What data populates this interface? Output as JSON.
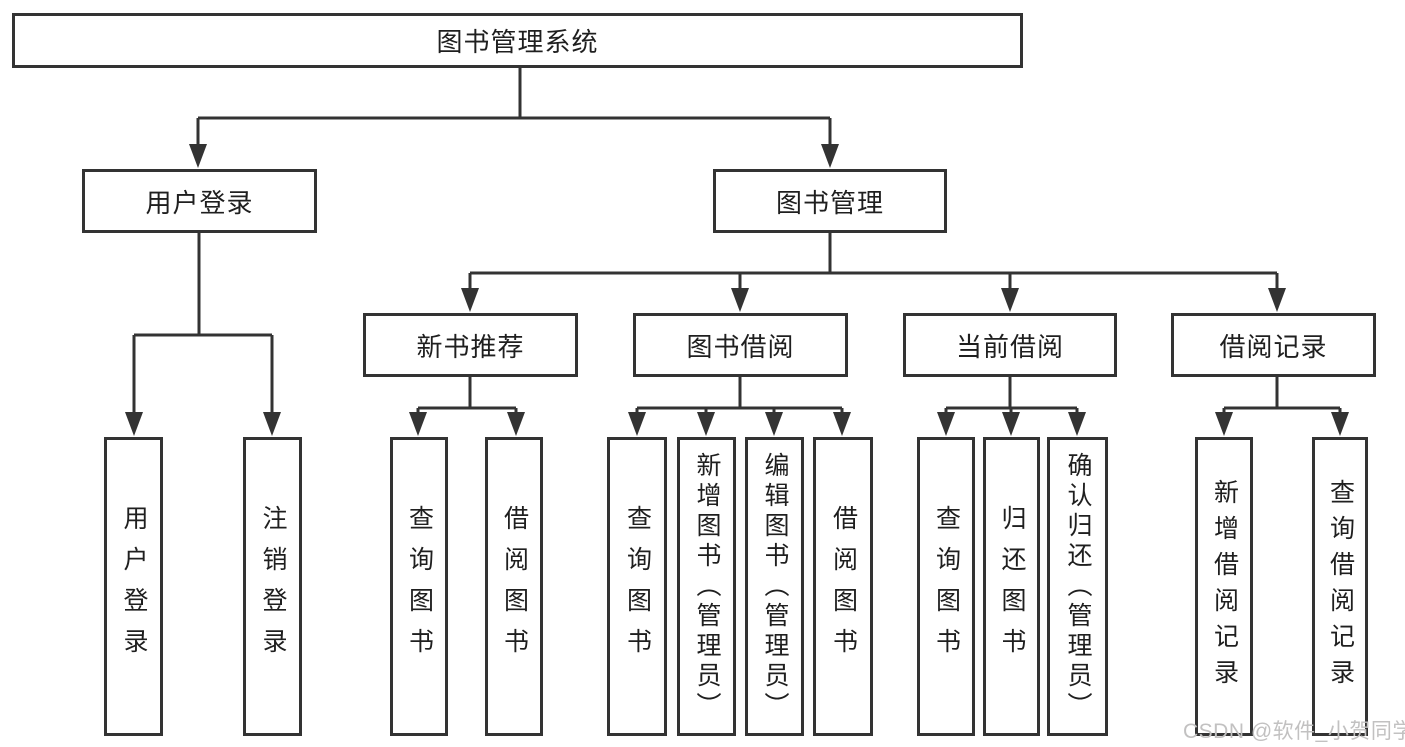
{
  "tree": {
    "root": {
      "label": "图书管理系统",
      "children": [
        {
          "label": "用户登录",
          "children": [
            {
              "label": "用户登录"
            },
            {
              "label": "注销登录"
            }
          ]
        },
        {
          "label": "图书管理",
          "children": [
            {
              "label": "新书推荐",
              "children": [
                {
                  "label": "查询图书"
                },
                {
                  "label": "借阅图书"
                }
              ]
            },
            {
              "label": "图书借阅",
              "children": [
                {
                  "label": "查询图书"
                },
                {
                  "label": "新增图书（管理员）"
                },
                {
                  "label": "编辑图书（管理员）"
                },
                {
                  "label": "借阅图书"
                }
              ]
            },
            {
              "label": "当前借阅",
              "children": [
                {
                  "label": "查询图书"
                },
                {
                  "label": "归还图书"
                },
                {
                  "label": "确认归还（管理员）"
                }
              ]
            },
            {
              "label": "借阅记录",
              "children": [
                {
                  "label": "新增借阅记录"
                },
                {
                  "label": "查询借阅记录"
                }
              ]
            }
          ]
        }
      ]
    }
  },
  "watermark": {
    "text": "CSDN @软件_小贺同学"
  },
  "colors": {
    "line": "#333333",
    "text": "#1f1f1f",
    "watermark": "#c2c1c1",
    "background": "#ffffff"
  }
}
